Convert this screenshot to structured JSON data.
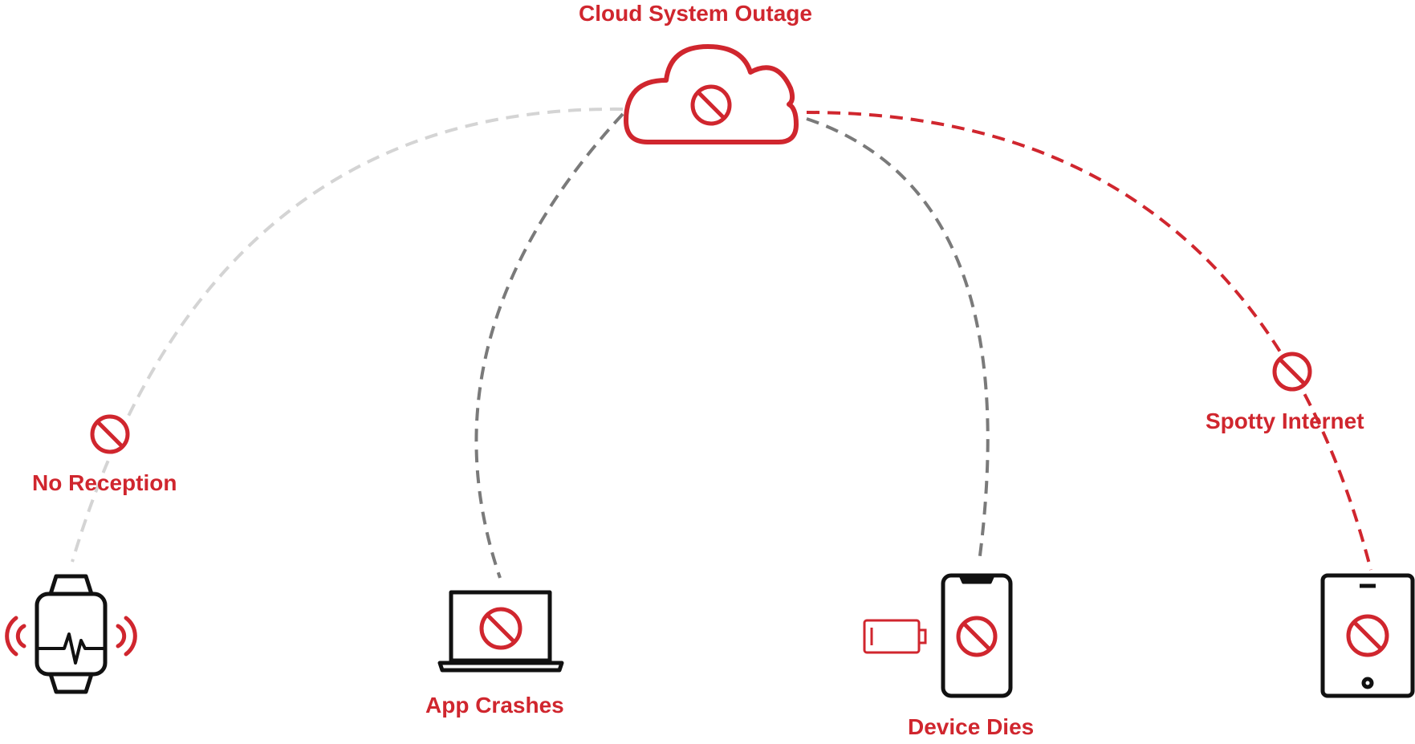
{
  "colors": {
    "accent": "#d0262e",
    "device": "#111111",
    "link_light": "#d4d4d4",
    "link_mid": "#7a7a7a"
  },
  "cloud": {
    "label": "Cloud System Outage",
    "icon": "cloud-icon"
  },
  "failures": [
    {
      "label": "No Reception",
      "device_icon": "smartwatch-icon",
      "link_color": "light"
    },
    {
      "label": "App Crashes",
      "device_icon": "laptop-icon",
      "link_color": "mid"
    },
    {
      "label": "Device Dies",
      "device_icon": "smartphone-icon",
      "link_color": "mid",
      "extra_icon": "low-battery-icon"
    },
    {
      "label": "Spotty Internet",
      "device_icon": "tablet-icon",
      "link_color": "accent"
    }
  ]
}
